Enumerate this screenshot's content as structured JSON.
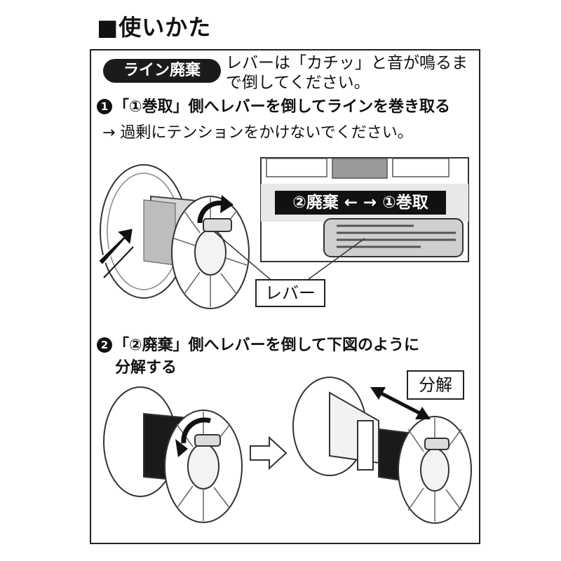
{
  "title": "■使いかた",
  "pill": {
    "label": "ライン廃棄",
    "desc": "レバーは「カチッ」と音が鳴るまで倒してください。"
  },
  "step1": {
    "num": "1",
    "text": "「①巻取」側へレバーを倒してラインを巻き取る",
    "note": "→ 過剰にテンションをかけないでください。"
  },
  "panel": {
    "direction_label": "②廃棄 ←  → ①巻取"
  },
  "lever_label": "レバー",
  "step2": {
    "num": "2",
    "line1": "「②廃棄」側へレバーを倒して下図のように",
    "line2": "分解する"
  },
  "disassemble_label": "分解",
  "icons": [
    "push-arrow-icon",
    "rotate-arrow-icon",
    "next-arrow-icon",
    "double-arrow-icon"
  ]
}
